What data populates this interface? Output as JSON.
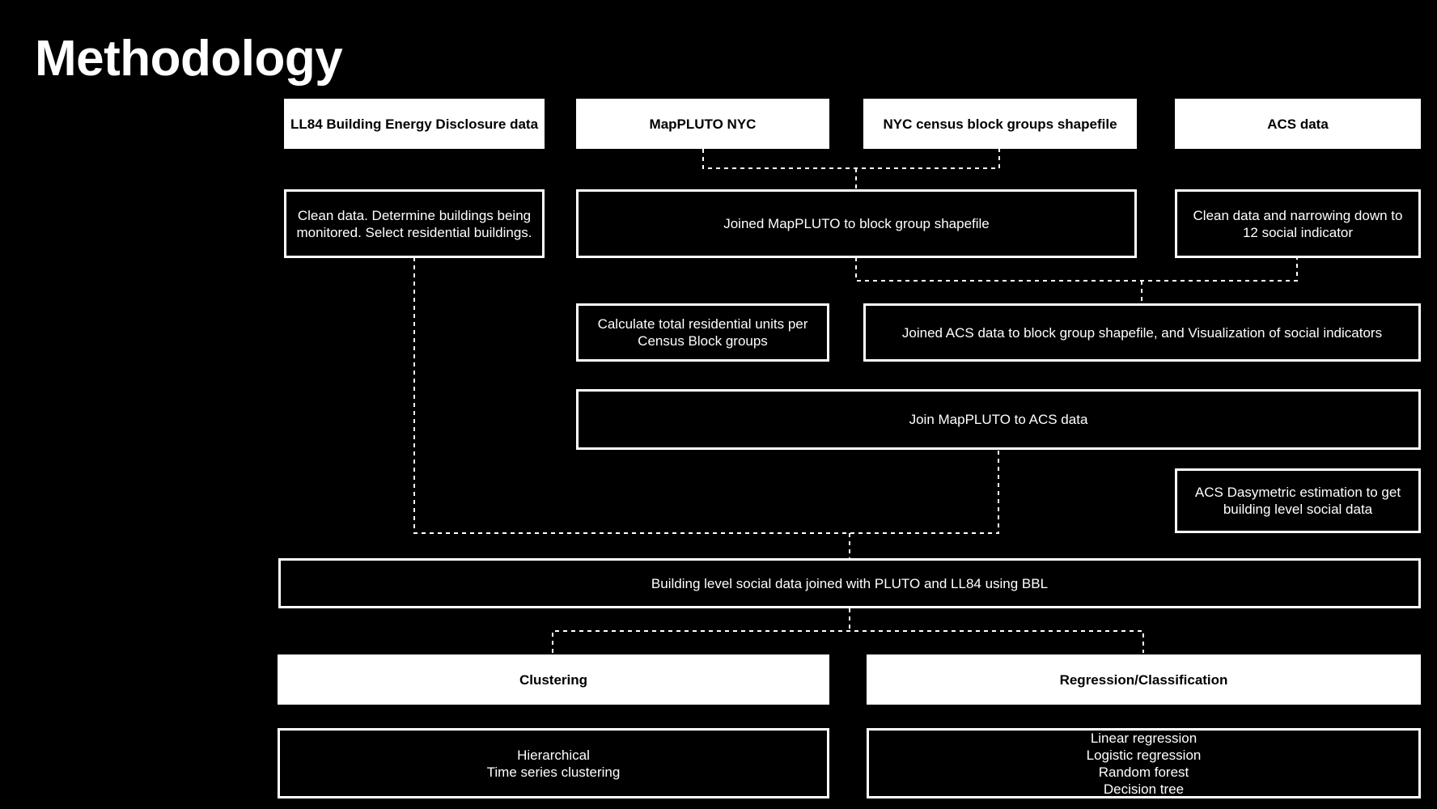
{
  "page": {
    "title": "Methodology"
  },
  "colors": {
    "background": "#000000",
    "foreground": "#ffffff"
  },
  "sources": {
    "ll84": "LL84 Building Energy Disclosure data",
    "mappluto": "MapPLUTO NYC",
    "census": "NYC census block groups shapefile",
    "acs": "ACS data"
  },
  "steps": {
    "clean_ll84": [
      "Clean data. Determine buildings being",
      "monitored. Select residential buildings."
    ],
    "join_pluto_blockgroup": "Joined MapPLUTO to block group shapefile",
    "clean_acs": [
      "Clean data and narrowing down to",
      "12 social indicator"
    ],
    "calc_units": [
      "Calculate total residential units per",
      "Census Block groups"
    ],
    "join_acs_viz": "Joined ACS data to block group shapefile, and Visualization of social indicators",
    "join_pluto_acs": "Join MapPLUTO to ACS data",
    "dasymetric": [
      "ACS Dasymetric estimation to get",
      "building level social data"
    ],
    "building_level": "Building level social data joined with PLUTO and LL84  using BBL"
  },
  "methods": {
    "clustering": {
      "title": "Clustering",
      "items": [
        "Hierarchical",
        "Time series clustering"
      ]
    },
    "regression": {
      "title": "Regression/Classification",
      "items": [
        "Linear regression",
        "Logistic regression",
        "Random forest",
        "Decision tree"
      ]
    }
  }
}
